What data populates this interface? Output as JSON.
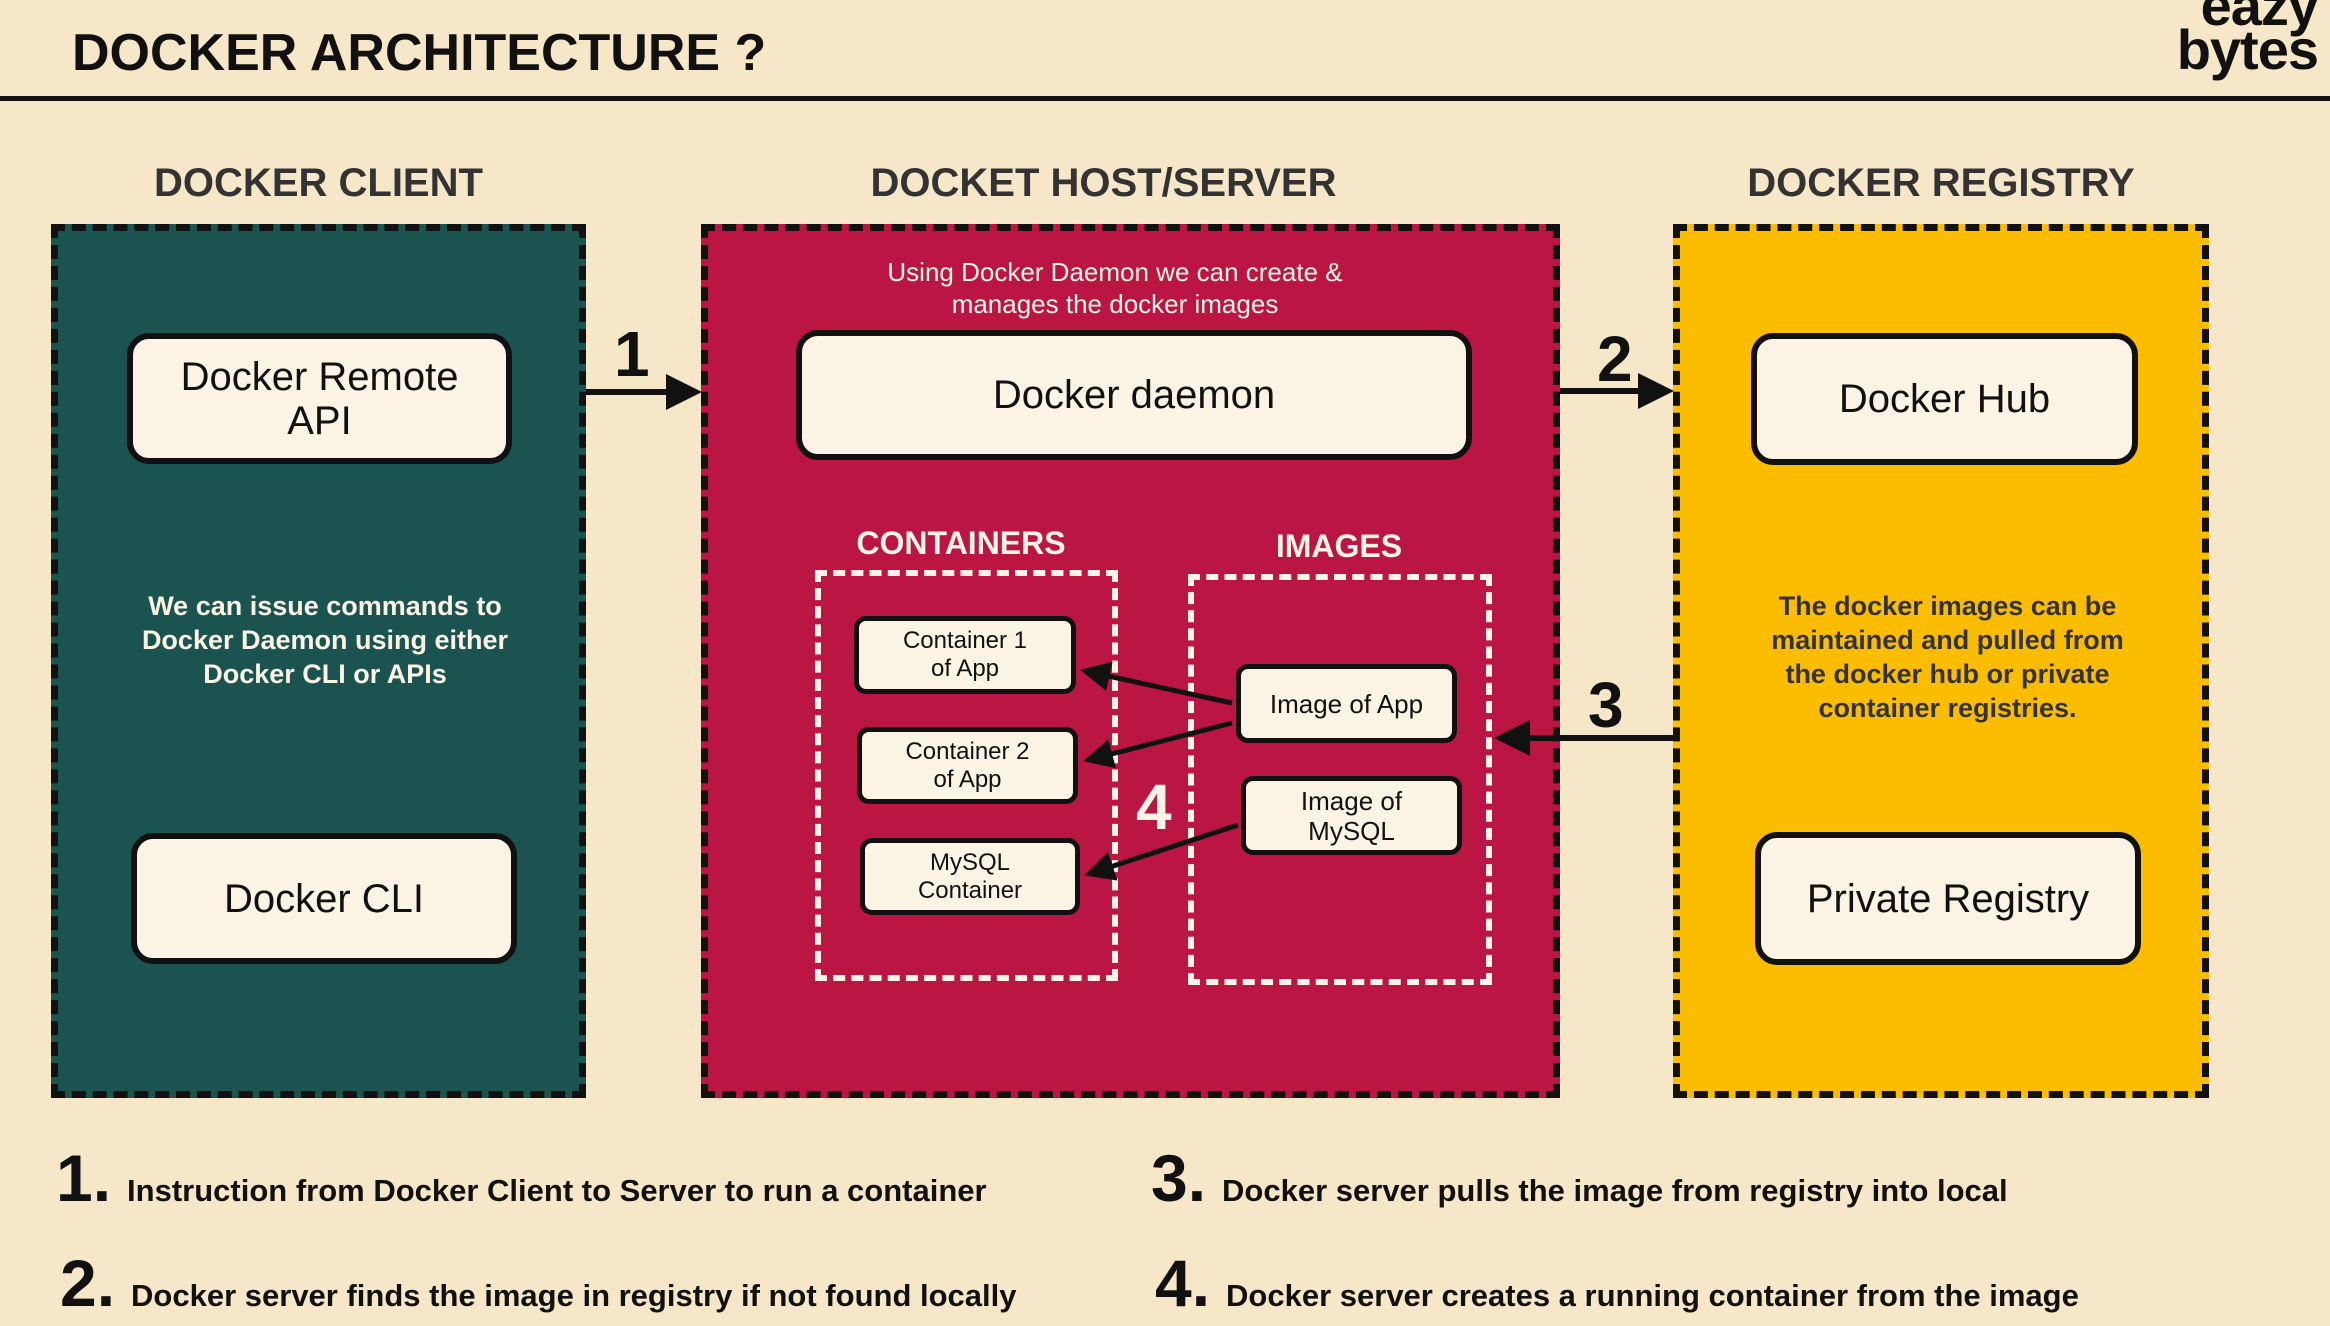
{
  "header": {
    "title": "DOCKER ARCHITECTURE ?",
    "logo_line1": "eazy",
    "logo_line2": "bytes"
  },
  "client": {
    "heading": "DOCKER CLIENT",
    "remote_api": "Docker Remote API",
    "description": "We can issue commands to Docker Daemon using either Docker CLI or APIs",
    "cli": "Docker CLI",
    "color": "#1b5350"
  },
  "host": {
    "heading": "DOCKET HOST/SERVER",
    "description": "Using Docker Daemon we can create & manages the docker images",
    "daemon": "Docker daemon",
    "containers_heading": "CONTAINERS",
    "images_heading": "IMAGES",
    "containers": [
      "Container 1 of App",
      "Container 2 of App",
      "MySQL Container"
    ],
    "images": [
      "Image of App",
      "Image of MySQL"
    ],
    "color": "#bb1643"
  },
  "registry": {
    "heading": "DOCKER REGISTRY",
    "hub": "Docker Hub",
    "description": "The docker images can be maintained and pulled from the docker hub or private container registries.",
    "private": "Private Registry",
    "color": "#fcbd00"
  },
  "step_labels": [
    "1",
    "2",
    "3",
    "4"
  ],
  "legend": [
    {
      "num": "1.",
      "text": "Instruction from Docker Client to Server to run a container"
    },
    {
      "num": "2.",
      "text": "Docker server finds the image in registry if not found locally"
    },
    {
      "num": "3.",
      "text": "Docker server pulls the image from registry into local"
    },
    {
      "num": "4.",
      "text": "Docker server creates a running container from the image"
    }
  ]
}
